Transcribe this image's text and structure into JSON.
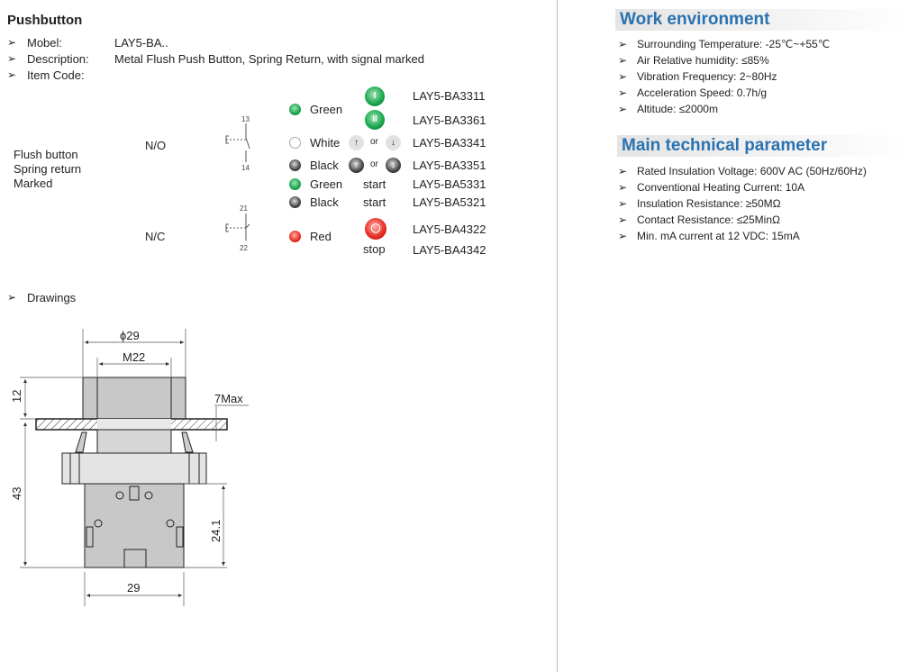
{
  "pushbutton": {
    "title": "Pushbutton",
    "model_label": "Mobel:",
    "model_value": "LAY5-BA..",
    "description_label": "Description:",
    "description_value": "Metal Flush Push Button, Spring Return, with signal marked",
    "item_code_label": "Item Code:",
    "type_lines": [
      "Flush button",
      "Spring return",
      "Marked"
    ],
    "no_label": "N/O",
    "nc_label": "N/C",
    "no_terminals": [
      "13",
      "14"
    ],
    "nc_terminals": [
      "21",
      "22"
    ],
    "or": "or",
    "rows": [
      {
        "color": "Green",
        "code": "LAY5-BA3311"
      },
      {
        "code": "LAY5-BA3361"
      },
      {
        "color": "White",
        "code": "LAY5-BA3341"
      },
      {
        "color": "Black",
        "code": "LAY5-BA3351"
      },
      {
        "color": "Green",
        "marking": "start",
        "code": "LAY5-BA5331"
      },
      {
        "color": "Black",
        "marking": "start",
        "code": "LAY5-BA5321"
      },
      {
        "color": "Red",
        "code": "LAY5-BA4322"
      },
      {
        "marking": "stop",
        "code": "LAY5-BA4342"
      }
    ],
    "drawings_label": "Drawings"
  },
  "drawing": {
    "dims": [
      "ϕ29",
      "M22",
      "12",
      "7Max",
      "43",
      "24.1",
      "29"
    ]
  },
  "work_environment": {
    "title": "Work environment",
    "items": [
      "Surrounding Temperature: -25℃~+55℃",
      "Air Relative humidity: ≤85%",
      "Vibration Frequency: 2~80Hz",
      "Acceleration Speed: 0.7h/g",
      "Altitude: ≤2000m"
    ]
  },
  "technical": {
    "title": "Main technical parameter",
    "items": [
      "Rated Insulation Voltage: 600V AC (50Hz/60Hz)",
      "Conventional Heating Current: 10A",
      "Insulation Resistance: ≥50MΩ",
      "Contact Resistance: ≤25MinΩ",
      "Min. mA current at 12 VDC: 15mA"
    ]
  }
}
